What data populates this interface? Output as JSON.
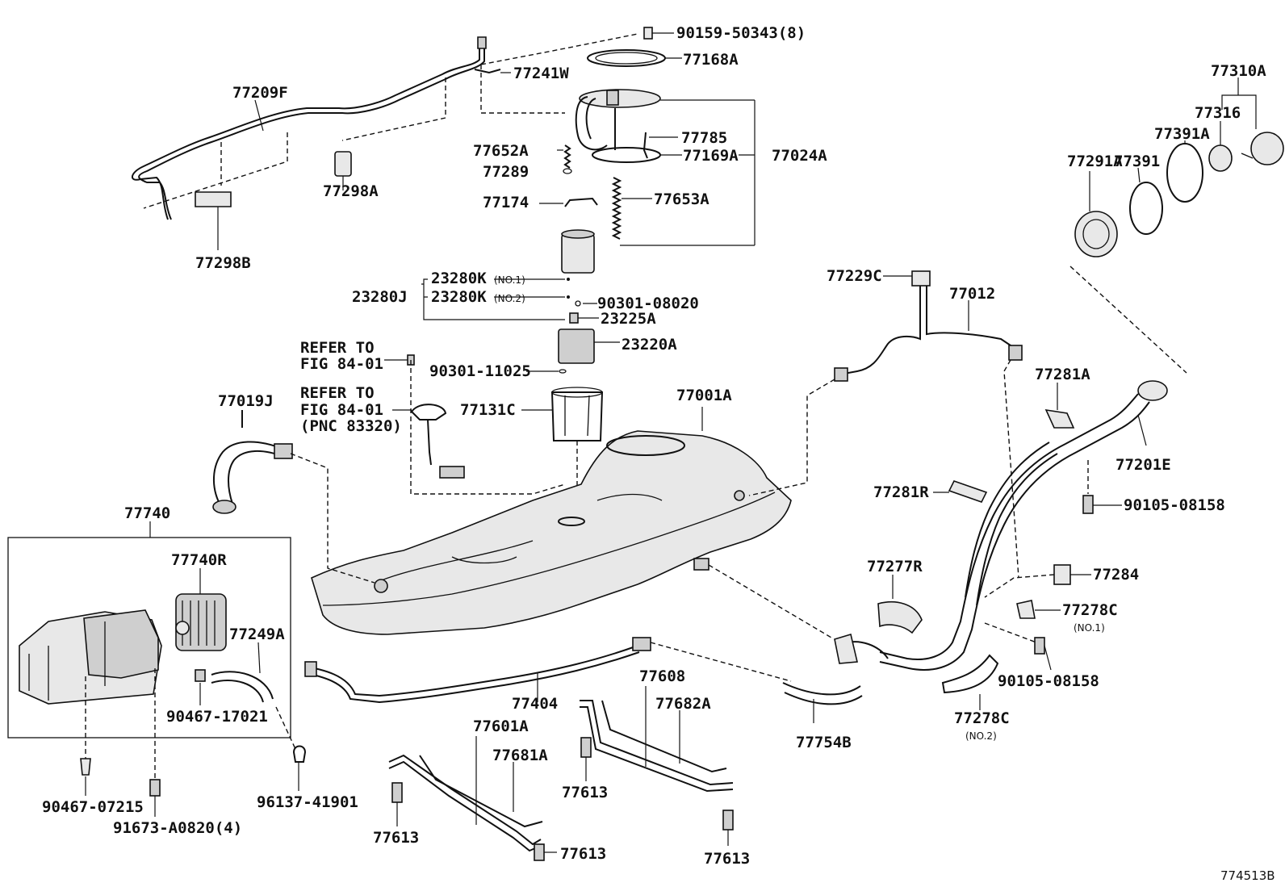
{
  "labels": {
    "p90159": "90159-50343(8)",
    "p77168A": "77168A",
    "p77241W": "77241W",
    "p77209F": "77209F",
    "p77785": "77785",
    "p77652A": "77652A",
    "p77169A": "77169A",
    "p77024A": "77024A",
    "p77289": "77289",
    "p77298A": "77298A",
    "p77174": "77174",
    "p77653A": "77653A",
    "p77298B": "77298B",
    "p23280K1": "23280K",
    "p23280K1n": "(NO.1)",
    "p23280J": "23280J",
    "p23280K2": "23280K",
    "p23280K2n": "(NO.2)",
    "p90301_08020": "90301-08020",
    "p23225A": "23225A",
    "p23220A": "23220A",
    "refer1a": "REFER TO",
    "refer1b": "FIG 84-01",
    "p90301_11025": "90301-11025",
    "refer2a": "REFER TO",
    "refer2b": "FIG 84-01",
    "refer2c": "(PNC 83320)",
    "p77019J": "77019J",
    "p77131C": "77131C",
    "p77001A": "77001A",
    "p77229C": "77229C",
    "p77012": "77012",
    "p77310A": "77310A",
    "p77316": "77316",
    "p77391A": "77391A",
    "p77391": "77391",
    "p77291A": "77291A",
    "p77281A": "77281A",
    "p77201E": "77201E",
    "p90105_08158a": "90105-08158",
    "p77281R": "77281R",
    "p77740": "77740",
    "p77740R": "77740R",
    "p77249A": "77249A",
    "p77277R": "77277R",
    "p77284": "77284",
    "p77278C1": "77278C",
    "p77278C1n": "(NO.1)",
    "p90105_08158b": "90105-08158",
    "p90467_17021": "90467-17021",
    "p77404": "77404",
    "p77608": "77608",
    "p77682A": "77682A",
    "p77601A": "77601A",
    "p77681A": "77681A",
    "p77754B": "77754B",
    "p77278C2": "77278C",
    "p77278C2n": "(NO.2)",
    "p90467_07215": "90467-07215",
    "p91673": "91673-A0820(4)",
    "p96137": "96137-41901",
    "p77613a": "77613",
    "p77613b": "77613",
    "p77613c": "77613",
    "p77613d": "77613",
    "diagram_id": "774513B"
  }
}
